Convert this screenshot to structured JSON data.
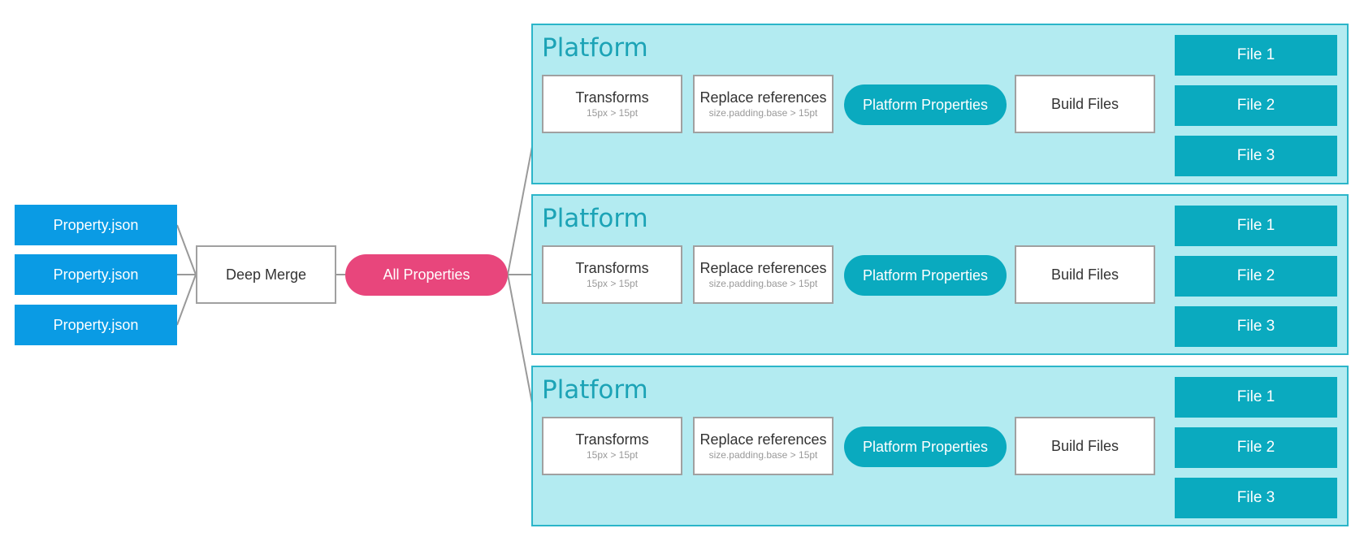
{
  "sources": [
    {
      "label": "Property.json"
    },
    {
      "label": "Property.json"
    },
    {
      "label": "Property.json"
    }
  ],
  "merge": {
    "label": "Deep Merge"
  },
  "all_properties": {
    "label": "All Properties"
  },
  "platforms": [
    {
      "title": "Platform",
      "transforms": {
        "label": "Transforms",
        "sub": "15px > 15pt"
      },
      "replace": {
        "label": "Replace references",
        "sub": "size.padding.base > 15pt"
      },
      "platform_properties": {
        "label": "Platform Properties"
      },
      "build_files": {
        "label": "Build Files"
      },
      "files": [
        {
          "label": "File 1"
        },
        {
          "label": "File 2"
        },
        {
          "label": "File 3"
        }
      ]
    },
    {
      "title": "Platform",
      "transforms": {
        "label": "Transforms",
        "sub": "15px > 15pt"
      },
      "replace": {
        "label": "Replace references",
        "sub": "size.padding.base > 15pt"
      },
      "platform_properties": {
        "label": "Platform Properties"
      },
      "build_files": {
        "label": "Build Files"
      },
      "files": [
        {
          "label": "File 1"
        },
        {
          "label": "File 2"
        },
        {
          "label": "File 3"
        }
      ]
    },
    {
      "title": "Platform",
      "transforms": {
        "label": "Transforms",
        "sub": "15px > 15pt"
      },
      "replace": {
        "label": "Replace references",
        "sub": "size.padding.base > 15pt"
      },
      "platform_properties": {
        "label": "Platform Properties"
      },
      "build_files": {
        "label": "Build Files"
      },
      "files": [
        {
          "label": "File 1"
        },
        {
          "label": "File 2"
        },
        {
          "label": "File 3"
        }
      ]
    }
  ],
  "colors": {
    "source": "#0a9be4",
    "all_properties": "#e8467c",
    "platform_bg": "#b3ebf1",
    "platform_border": "#2bb5c9",
    "teal_node": "#0aaabf",
    "connector": "#999999"
  }
}
